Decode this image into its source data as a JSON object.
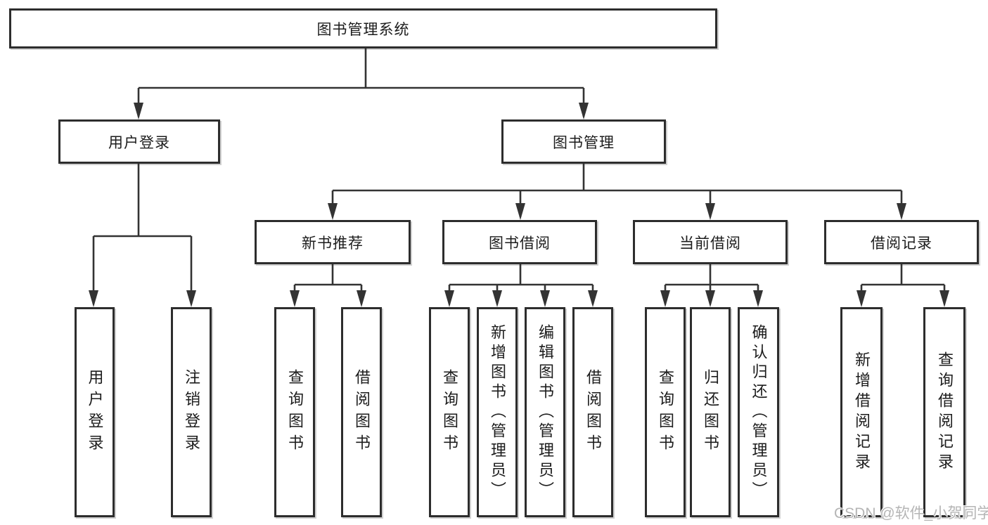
{
  "watermark": "CSDN @软件_小贺同学",
  "colors": {
    "line": "#333333",
    "box_border": "#2d2d2d",
    "text": "#1c1c1c",
    "background": "#ffffff",
    "watermark": "#b5b5b5"
  },
  "tree": {
    "root": {
      "label": "图书管理系统"
    },
    "children": [
      {
        "label": "用户登录",
        "children": [
          {
            "label": "用户登录"
          },
          {
            "label": "注销登录"
          }
        ]
      },
      {
        "label": "图书管理",
        "children": [
          {
            "label": "新书推荐",
            "children": [
              {
                "label": "查询图书"
              },
              {
                "label": "借阅图书"
              }
            ]
          },
          {
            "label": "图书借阅",
            "children": [
              {
                "label": "查询图书"
              },
              {
                "label": "新增图书（管理员）"
              },
              {
                "label": "编辑图书（管理员）"
              },
              {
                "label": "借阅图书"
              }
            ]
          },
          {
            "label": "当前借阅",
            "children": [
              {
                "label": "查询图书"
              },
              {
                "label": "归还图书"
              },
              {
                "label": "确认归还（管理员）"
              }
            ]
          },
          {
            "label": "借阅记录",
            "children": [
              {
                "label": "新增借阅记录"
              },
              {
                "label": "查询借阅记录"
              }
            ]
          }
        ]
      }
    ]
  }
}
